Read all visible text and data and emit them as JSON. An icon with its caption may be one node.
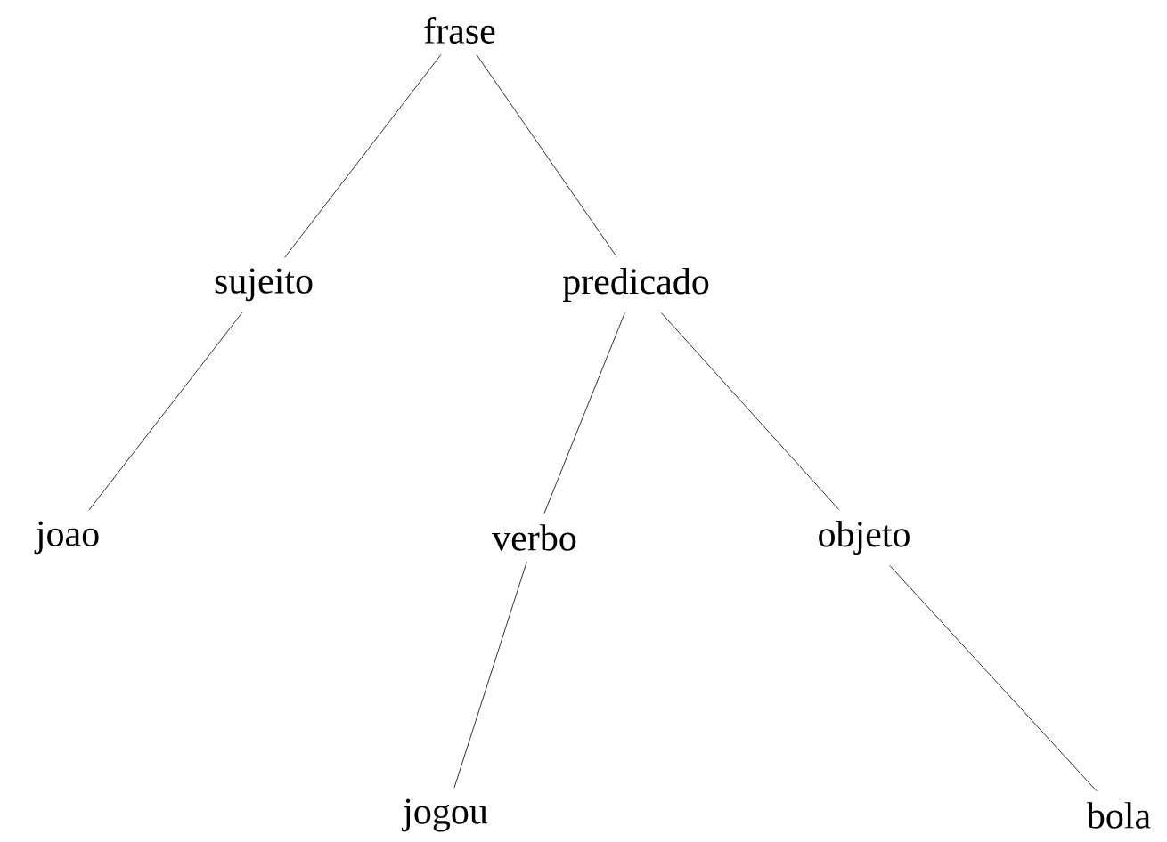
{
  "diagram": {
    "nodes": [
      {
        "text": [
          "frase"
        ]
      },
      {
        "text": [
          "sujeito"
        ]
      },
      {
        "text": [
          "predicado"
        ]
      },
      {
        "text": [
          "joao"
        ]
      },
      {
        "text": [
          "verbo"
        ]
      },
      {
        "text": [
          "objeto"
        ]
      },
      {
        "text": [
          "jogou"
        ]
      },
      {
        "text": [
          "bola"
        ]
      }
    ],
    "edges": [
      {
        "from": 0,
        "to": 1,
        "arrow": "none"
      },
      {
        "from": 0,
        "to": 2,
        "arrow": "none"
      },
      {
        "from": 1,
        "to": 3,
        "arrow": "none"
      },
      {
        "from": 2,
        "to": 4,
        "arrow": "none"
      },
      {
        "from": 2,
        "to": 5,
        "arrow": "none"
      },
      {
        "from": 4,
        "to": 6,
        "arrow": "none"
      },
      {
        "from": 5,
        "to": 7,
        "arrow": "none"
      }
    ]
  }
}
